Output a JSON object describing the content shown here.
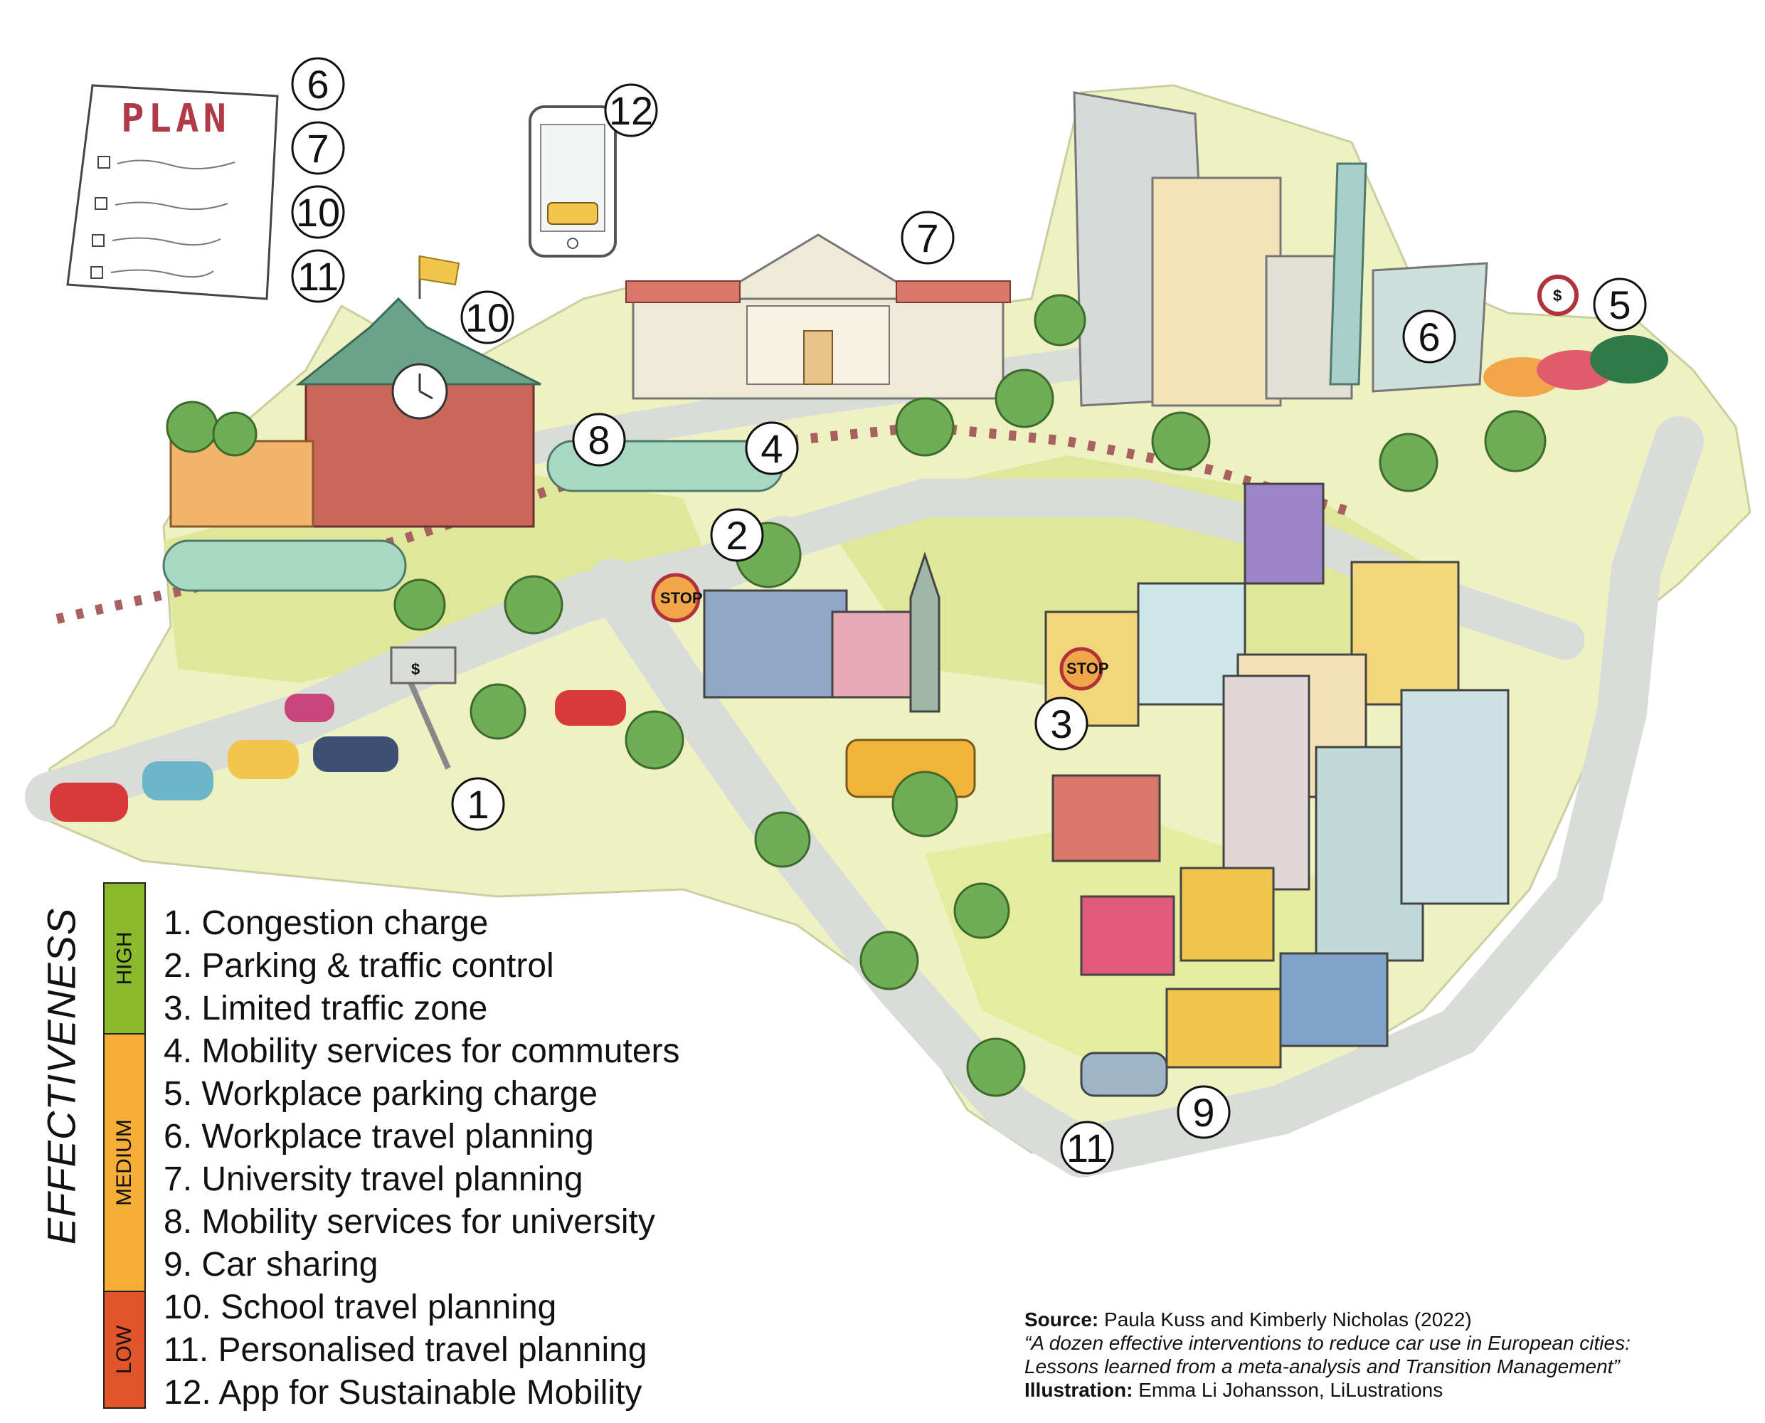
{
  "markers": [
    "1",
    "2",
    "3",
    "4",
    "5",
    "6",
    "7",
    "8",
    "9",
    "10",
    "11",
    "12"
  ],
  "plan": {
    "title": "PLAN",
    "markers": [
      "6",
      "7",
      "10",
      "11"
    ]
  },
  "signs": {
    "stop": "STOP",
    "currency": "$"
  },
  "legend": {
    "title": "EFFECTIVENESS",
    "levels": {
      "high": "HIGH",
      "medium": "MEDIUM",
      "low": "LOW"
    },
    "items": [
      "1. Congestion charge",
      "2. Parking & traffic control",
      "3. Limited traffic zone",
      "4. Mobility services for commuters",
      "5. Workplace parking charge",
      "6. Workplace travel planning",
      "7. University travel planning",
      "8. Mobility services for university",
      "9. Car sharing",
      "10. School travel planning",
      "11. Personalised travel planning",
      "12. App for Sustainable Mobility"
    ]
  },
  "source": {
    "label": "Source:",
    "authors": "Paula Kuss and Kimberly Nicholas (2022)",
    "title_line1": "“A dozen effective interventions to reduce car use in European cities:",
    "title_line2": "Lessons learned from a meta-analysis and Transition Management”",
    "illustration_label": "Illustration:",
    "illustrator": "Emma Li Johansson, LiLustrations"
  },
  "colors": {
    "high": "#8bbb2c",
    "medium": "#f6ae37",
    "low": "#e0552a",
    "grass": "#dfe89a",
    "road": "#d9dcd8",
    "water_ground": "#eef2c2"
  }
}
